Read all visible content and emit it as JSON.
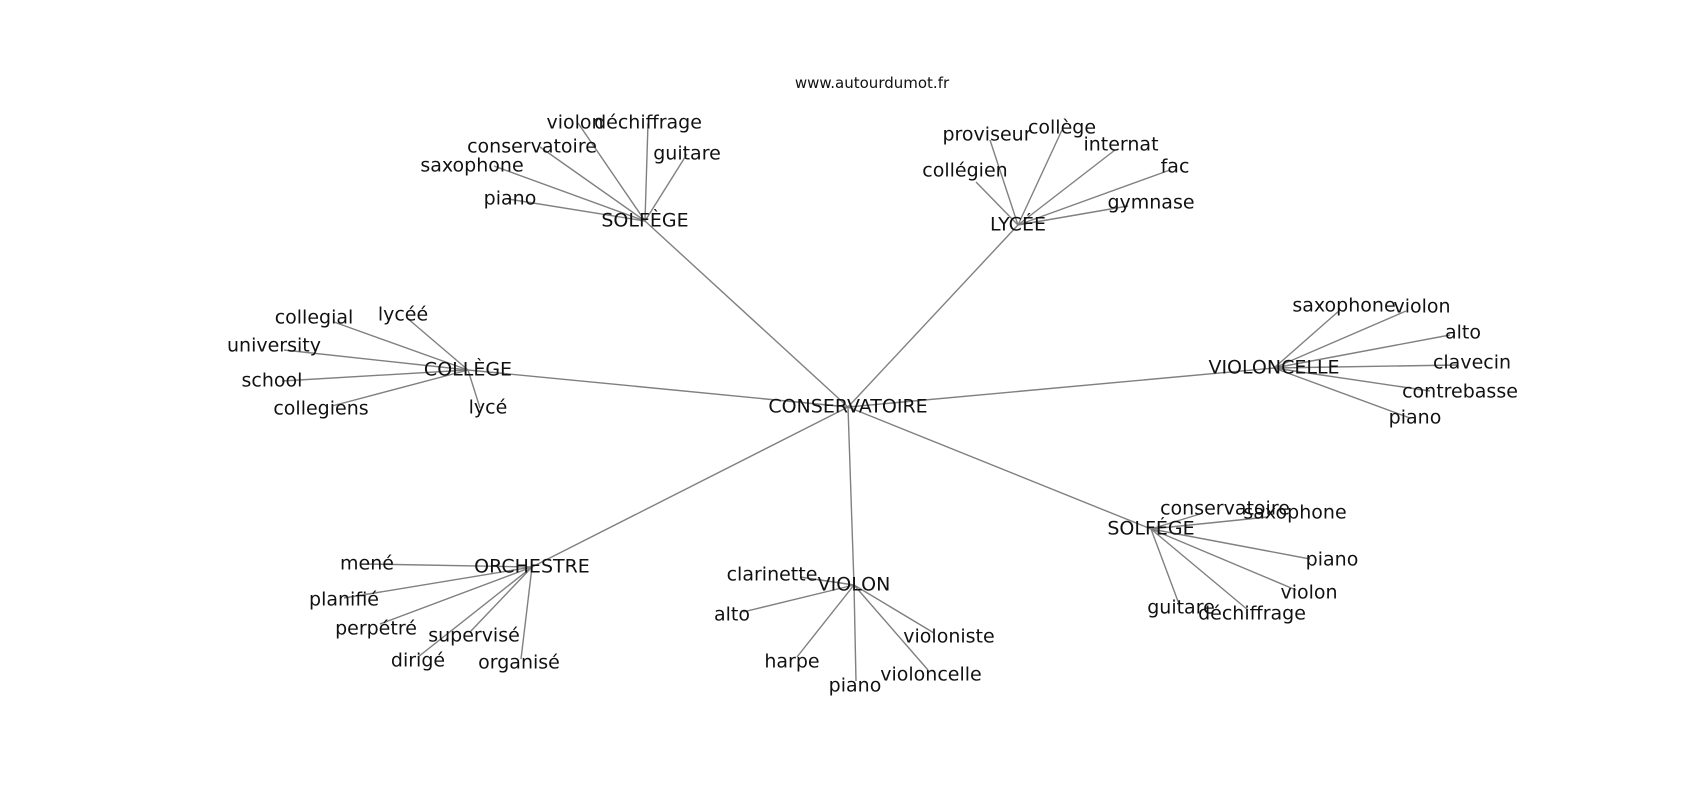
{
  "site_url": "www.autourdumot.fr",
  "colors": {
    "edge": "#808080",
    "text": "#111111",
    "background": "#ffffff"
  },
  "center": {
    "label": "CONSERVATOIRE"
  },
  "clusters": [
    {
      "id": "solfege-top",
      "label": "SOLFÈGE",
      "words": [
        "piano",
        "saxophone",
        "conservatoire",
        "violon",
        "déchiffrage",
        "guitare"
      ]
    },
    {
      "id": "lycee",
      "label": "LYCÉE",
      "words": [
        "collégien",
        "proviseur",
        "collège",
        "internat",
        "fac",
        "gymnase"
      ]
    },
    {
      "id": "college",
      "label": "COLLÈGE",
      "words": [
        "collegial",
        "lycéé",
        "university",
        "school",
        "collegiens",
        "lycé"
      ]
    },
    {
      "id": "violoncelle",
      "label": "VIOLONCELLE",
      "words": [
        "saxophone",
        "violon",
        "alto",
        "clavecin",
        "contrebasse",
        "piano"
      ]
    },
    {
      "id": "orchestre",
      "label": "ORCHESTRE",
      "words": [
        "mené",
        "planifié",
        "perpétré",
        "supervisé",
        "dirigé",
        "organisé"
      ]
    },
    {
      "id": "violon",
      "label": "VIOLON",
      "words": [
        "clarinette",
        "alto",
        "harpe",
        "piano",
        "violoncelle",
        "violoniste"
      ]
    },
    {
      "id": "solfege-bottom",
      "label": "SOLFÉGE",
      "words": [
        "conservatoire",
        "saxophone",
        "piano",
        "violon",
        "déchiffrage",
        "guitare"
      ]
    }
  ]
}
